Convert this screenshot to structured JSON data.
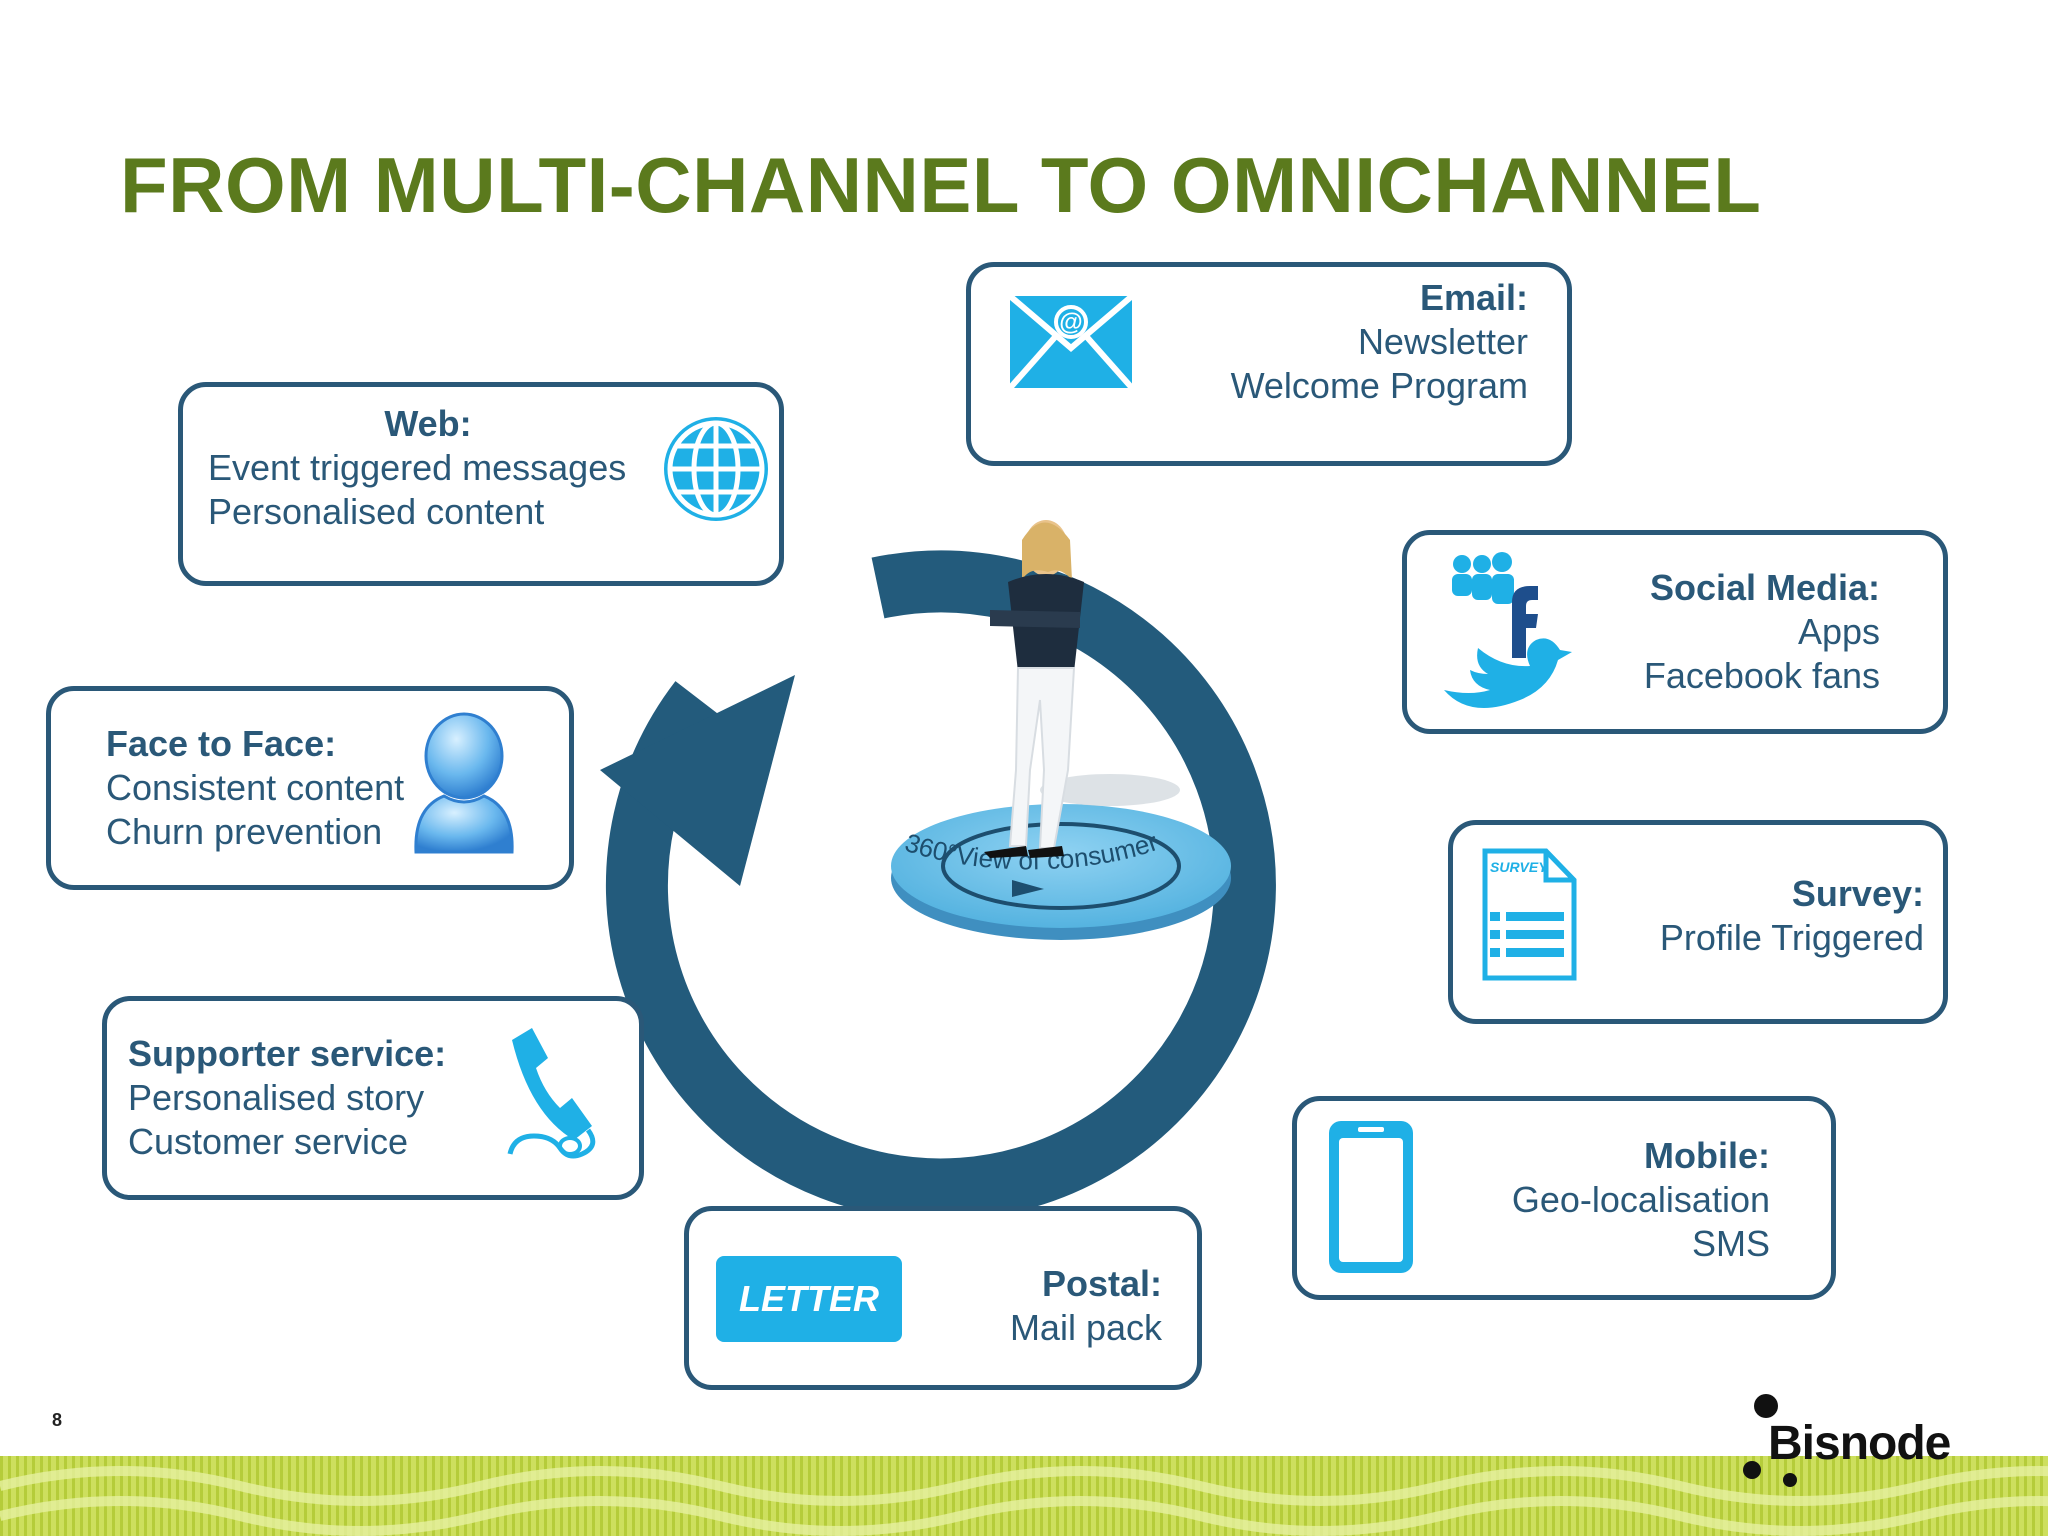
{
  "title": "FROM MULTI-CHANNEL TO OMNICHANNEL",
  "page_number": "8",
  "logo": "Bisnode",
  "center": {
    "platform_text": "360°View of consumer"
  },
  "channels": {
    "web": {
      "heading": "Web:",
      "lines": [
        "Event triggered messages",
        "Personalised content"
      ]
    },
    "email": {
      "heading": "Email:",
      "lines": [
        "Newsletter",
        "Welcome Program"
      ]
    },
    "social": {
      "heading": "Social Media:",
      "lines": [
        "Apps",
        "Facebook fans"
      ]
    },
    "face": {
      "heading": "Face to Face:",
      "lines": [
        "Consistent content",
        "Churn prevention"
      ]
    },
    "survey": {
      "heading": "Survey:",
      "lines": [
        "Profile Triggered"
      ],
      "icon_label": "SURVEY"
    },
    "supporter": {
      "heading": "Supporter service:",
      "lines": [
        "Personalised story",
        "Customer service"
      ]
    },
    "mobile": {
      "heading": "Mobile:",
      "lines": [
        "Geo-localisation",
        "SMS"
      ]
    },
    "postal": {
      "heading": "Postal:",
      "lines": [
        "Mail pack"
      ],
      "icon_label": "LETTER"
    }
  },
  "colors": {
    "title": "#5b7a1d",
    "box_border": "#2a5878",
    "icon_blue": "#1fb0e6",
    "arrow": "#235b7c",
    "footer_green": "#c6d94a"
  },
  "icons": [
    "email-icon",
    "globe-icon",
    "social-media-icon",
    "person-icon",
    "survey-icon",
    "phone-icon",
    "mobile-icon",
    "letter-icon"
  ]
}
